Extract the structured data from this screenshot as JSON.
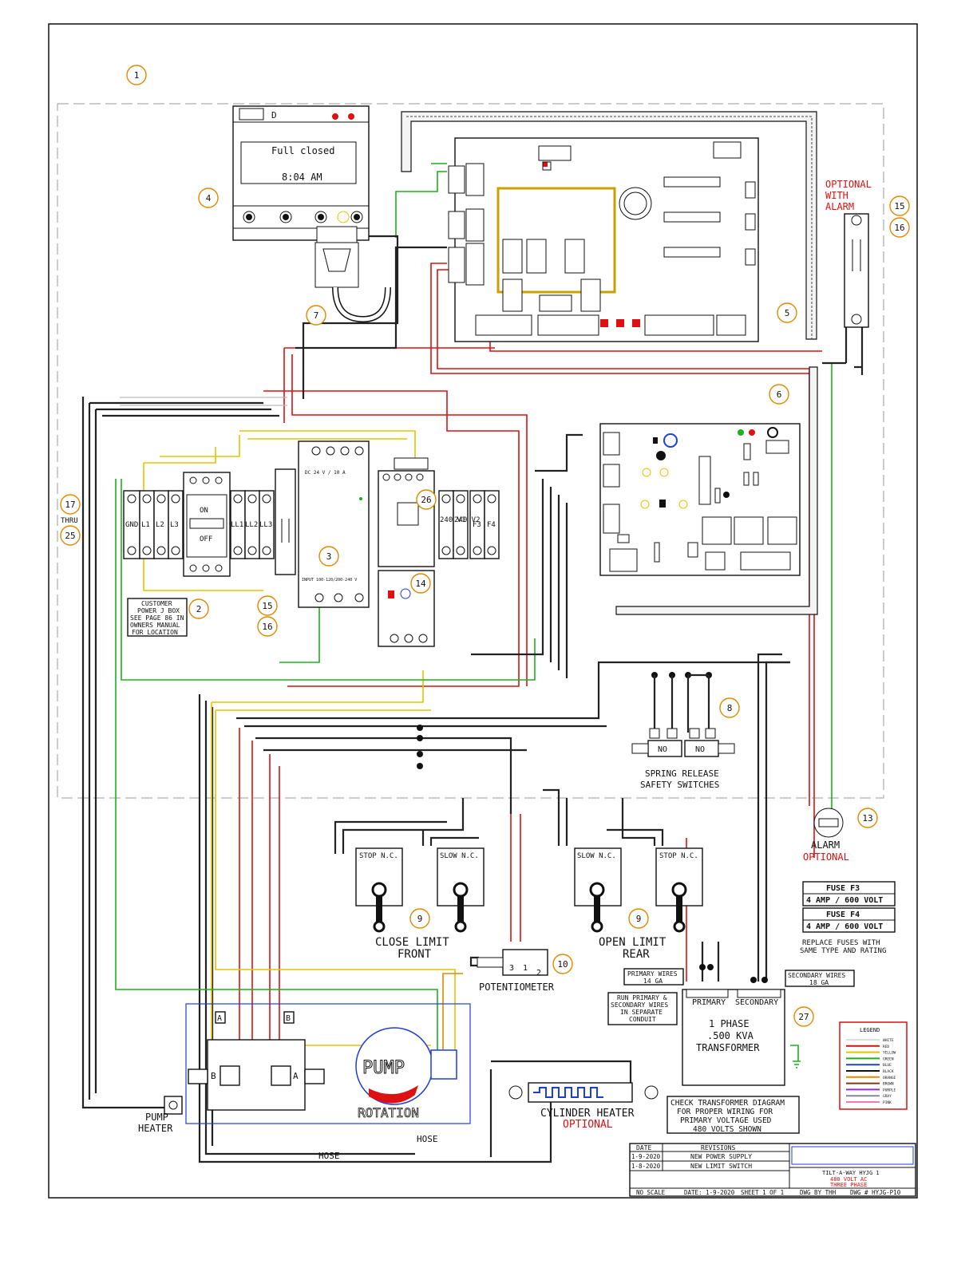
{
  "display": {
    "line1": "Full closed",
    "line2": "8:04 AM",
    "label": "D"
  },
  "balloons": [
    "1",
    "2",
    "3",
    "4",
    "5",
    "6",
    "7",
    "8",
    "9",
    "10",
    "13",
    "14",
    "15",
    "16",
    "17",
    "25",
    "26",
    "27"
  ],
  "thru_label": "THRU",
  "optional_alarm": [
    "OPTIONAL",
    "WITH",
    "ALARM"
  ],
  "terminal_block": {
    "labels": [
      "GND",
      "L1",
      "L2",
      "L3",
      "LL1",
      "LL2",
      "LL3",
      "240 V1",
      "240 V2",
      "F3",
      "F4"
    ]
  },
  "disconnect": {
    "on": "ON",
    "off": "OFF"
  },
  "power_supply": {
    "header": "DC 24 V / 10 A",
    "input": "INPUT 100-120/200-240 V"
  },
  "customer_note": [
    "CUSTOMER",
    "POWER J BOX",
    "SEE PAGE 86 IN",
    "OWNERS MANUAL",
    "FOR LOCATION"
  ],
  "switches": {
    "safety_label": [
      "SPRING RELEASE",
      "SAFETY SWITCHES"
    ],
    "no_labels": [
      "NO",
      "NO"
    ]
  },
  "limits": {
    "close": {
      "stop": "STOP N.C.",
      "slow": "SLOW N.C.",
      "caption": [
        "CLOSE LIMIT",
        "FRONT"
      ]
    },
    "open": {
      "slow": "SLOW N.C.",
      "stop": "STOP N.C.",
      "caption": [
        "OPEN LIMIT",
        "REAR"
      ]
    }
  },
  "potentiometer": {
    "pins": [
      "3",
      "1",
      "2"
    ],
    "label": "POTENTIOMETER"
  },
  "alarm": {
    "label": "ALARM",
    "optional": "OPTIONAL"
  },
  "fuses": {
    "f3_title": "FUSE F3",
    "f3_rating": "4 AMP / 600 VOLT",
    "f4_title": "FUSE F4",
    "f4_rating": "4 AMP / 600 VOLT",
    "note": [
      "REPLACE FUSES WITH",
      "SAME TYPE AND RATING"
    ]
  },
  "transformer": {
    "primary_wires": [
      "PRIMARY WIRES",
      "14 GA"
    ],
    "secondary_wires": [
      "SECONDARY WIRES",
      "18 GA"
    ],
    "conduit_note": [
      "RUN PRIMARY &",
      "SECONDARY WIRES",
      "IN SEPARATE",
      "CONDUIT"
    ],
    "primary": "PRIMARY",
    "secondary": "SECONDARY",
    "body": [
      "1 PHASE",
      ".500 KVA",
      "TRANSFORMER"
    ],
    "check_note": [
      "CHECK TRANSFORMER DIAGRAM",
      "FOR PROPER WIRING FOR",
      "PRIMARY VOLTAGE USED",
      "480 VOLTS SHOWN"
    ]
  },
  "pump": {
    "label": "PUMP",
    "rotation": "ROTATION",
    "port_a": "A",
    "port_b": "B",
    "heater": [
      "PUMP",
      "HEATER"
    ]
  },
  "cylinder": {
    "label": "CYLINDER HEATER",
    "optional": "OPTIONAL"
  },
  "hose_labels": [
    "HOSE",
    "HOSE"
  ],
  "legend": {
    "title": "LEGEND",
    "items": [
      {
        "name": "WHITE",
        "color": "#dddddd"
      },
      {
        "name": "RED",
        "color": "#d11111"
      },
      {
        "name": "YELLOW",
        "color": "#e3c400"
      },
      {
        "name": "GREEN",
        "color": "#1bb21b"
      },
      {
        "name": "BLUE",
        "color": "#1e3fd6"
      },
      {
        "name": "BLACK",
        "color": "#111111"
      },
      {
        "name": "ORANGE",
        "color": "#e08a00"
      },
      {
        "name": "BROWN",
        "color": "#7a3b10"
      },
      {
        "name": "PURPLE",
        "color": "#9b2fc9"
      },
      {
        "name": "GRAY",
        "color": "#888888"
      },
      {
        "name": "PINK",
        "color": "#f07ab8"
      }
    ]
  },
  "title_block": {
    "date_header": "DATE",
    "revisions_header": "REVISIONS",
    "rows": [
      {
        "date": "1-9-2020",
        "text": "NEW POWER SUPPLY"
      },
      {
        "date": "1-8-2020",
        "text": "NEW LIMIT SWITCH"
      }
    ],
    "drawing_title": "TILT-A-WAY HYJG 1",
    "voltage": "480 VOLT AC",
    "phase": "THREE PHASE",
    "scale": "NO SCALE",
    "date": "DATE: 1-9-2020",
    "sheet": "SHEET 1 OF 1",
    "drawn_by": "DWG BY THH",
    "dwg_no": "DWG # HYJG-P10"
  },
  "colors": {
    "red": "#d11111",
    "orange_balloon": "#e08a00",
    "green": "#1bb21b",
    "yellow": "#e3c400",
    "blue": "#1e3fd6"
  }
}
